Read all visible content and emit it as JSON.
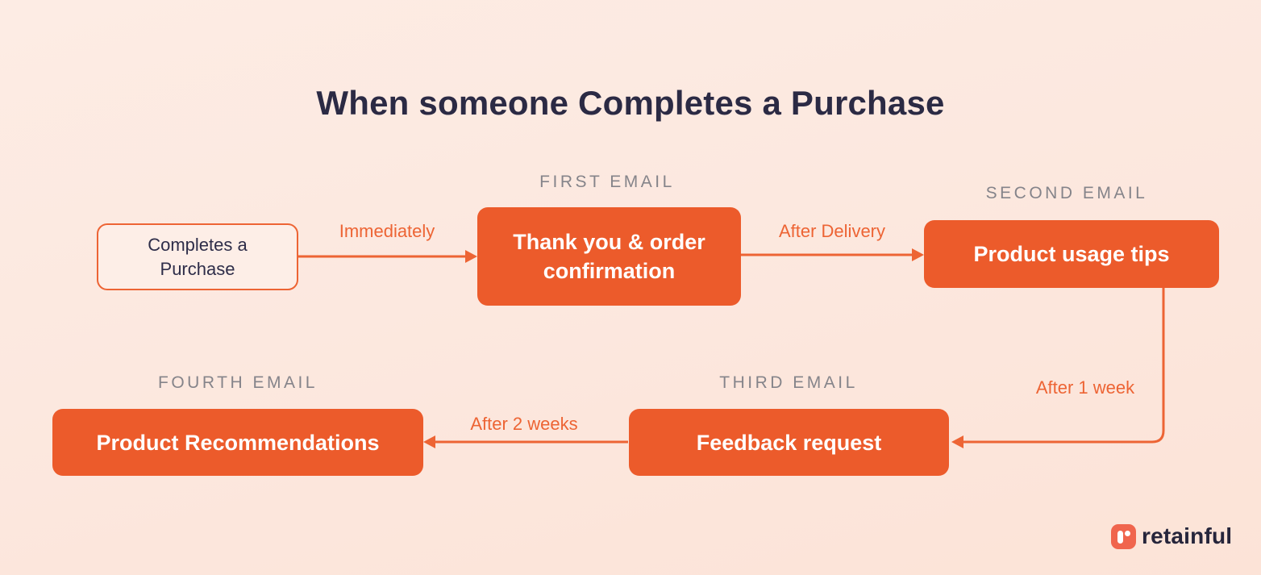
{
  "title": "When someone Completes a Purchase",
  "trigger": {
    "label": "Completes a Purchase"
  },
  "emails": [
    {
      "stage": "FIRST EMAIL",
      "label": "Thank you & order confirmation"
    },
    {
      "stage": "SECOND EMAIL",
      "label": "Product usage tips"
    },
    {
      "stage": "THIRD EMAIL",
      "label": "Feedback request"
    },
    {
      "stage": "FOURTH EMAIL",
      "label": "Product Recommendations"
    }
  ],
  "delays": [
    {
      "label": "Immediately"
    },
    {
      "label": "After Delivery"
    },
    {
      "label": "After 1 week"
    },
    {
      "label": "After 2 weeks"
    }
  ],
  "logo": {
    "text": "retainful"
  },
  "colors": {
    "background_top": "#fdece4",
    "background_bottom": "#fce3d7",
    "node_fill_orange": "#ec5b2b",
    "connector_orange": "#ed6434",
    "trigger_fill": "#fdeee7",
    "stage_label_gray": "#85848a",
    "title_navy": "#2b2a44",
    "node_text_navy": "#2e2d49",
    "logo_coral": "#f0654d",
    "logo_text_navy": "#26253b"
  }
}
